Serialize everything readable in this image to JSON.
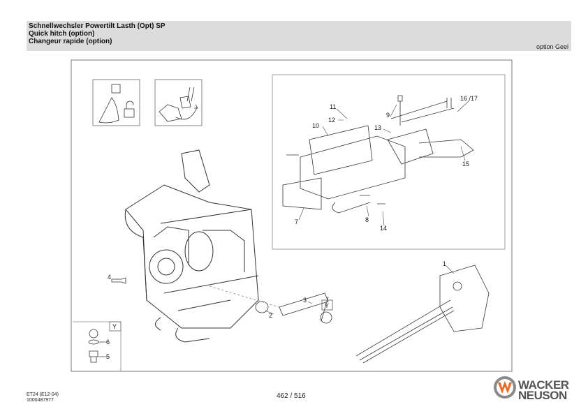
{
  "header": {
    "title_de": "Schnellwechsler Powertilt Lasth (Opt) SP",
    "title_en": "Quick hitch (option)",
    "title_fr": "Changeur rapide (option)",
    "option": "option Geel"
  },
  "drawing": {
    "callouts": {
      "c1": "1",
      "c2": "2",
      "c3": "3",
      "c4": "4",
      "c5": "5",
      "c6": "6",
      "c7": "7",
      "c8": "8",
      "c9": "9",
      "c10": "10",
      "c11": "11",
      "c12": "12",
      "c13": "13",
      "c14": "14",
      "c15": "15",
      "c16_17": "16 /17"
    },
    "variant_marker": "Y",
    "variant_marker_box": "Y"
  },
  "footer": {
    "doc_code": "ET24 (E12-04)",
    "doc_number": "1000487977",
    "page": "462 / 516",
    "brand_line1": "WACKER",
    "brand_line2": "NEUSON",
    "brand_color": "#e8692a"
  }
}
